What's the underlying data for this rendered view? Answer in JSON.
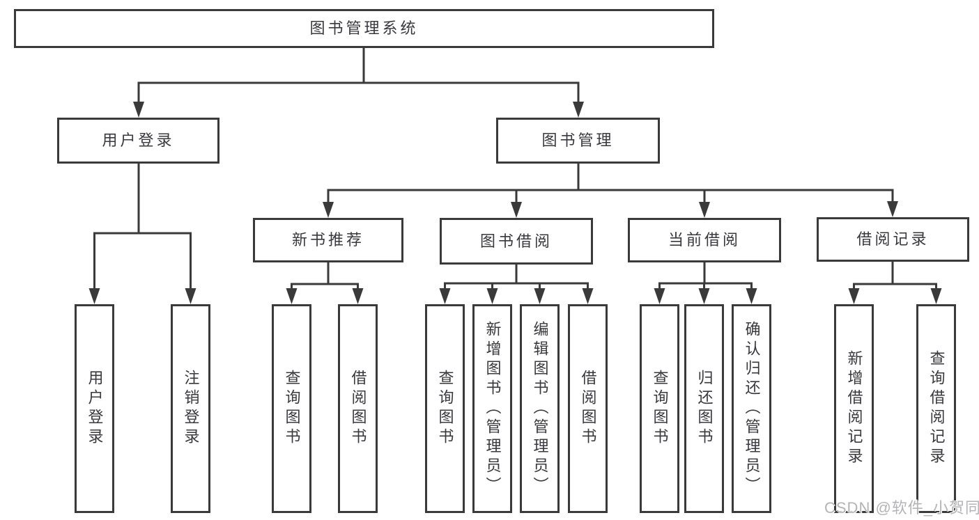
{
  "tree": {
    "root": {
      "label": "图书管理系统",
      "children": [
        {
          "label": "用户登录",
          "children": [
            {
              "label": "用户登录"
            },
            {
              "label": "注销登录"
            }
          ]
        },
        {
          "label": "图书管理",
          "children": [
            {
              "label": "新书推荐",
              "children": [
                {
                  "label": "查询图书"
                },
                {
                  "label": "借阅图书"
                }
              ]
            },
            {
              "label": "图书借阅",
              "children": [
                {
                  "label": "查询图书"
                },
                {
                  "label": "新增图书（管理员）"
                },
                {
                  "label": "编辑图书（管理员）"
                },
                {
                  "label": "借阅图书"
                }
              ]
            },
            {
              "label": "当前借阅",
              "children": [
                {
                  "label": "查询图书"
                },
                {
                  "label": "归还图书"
                },
                {
                  "label": "确认归还（管理员）"
                }
              ]
            },
            {
              "label": "借阅记录",
              "children": [
                {
                  "label": "新增借阅记录"
                },
                {
                  "label": "查询借阅记录"
                }
              ]
            }
          ]
        }
      ]
    }
  },
  "watermark": {
    "text": "CSDN @软件_小贺同学"
  },
  "colors": {
    "line": "#3a3a3a",
    "text": "#38383d",
    "watermark": "#b4b4b6",
    "background": "#ffffff"
  }
}
